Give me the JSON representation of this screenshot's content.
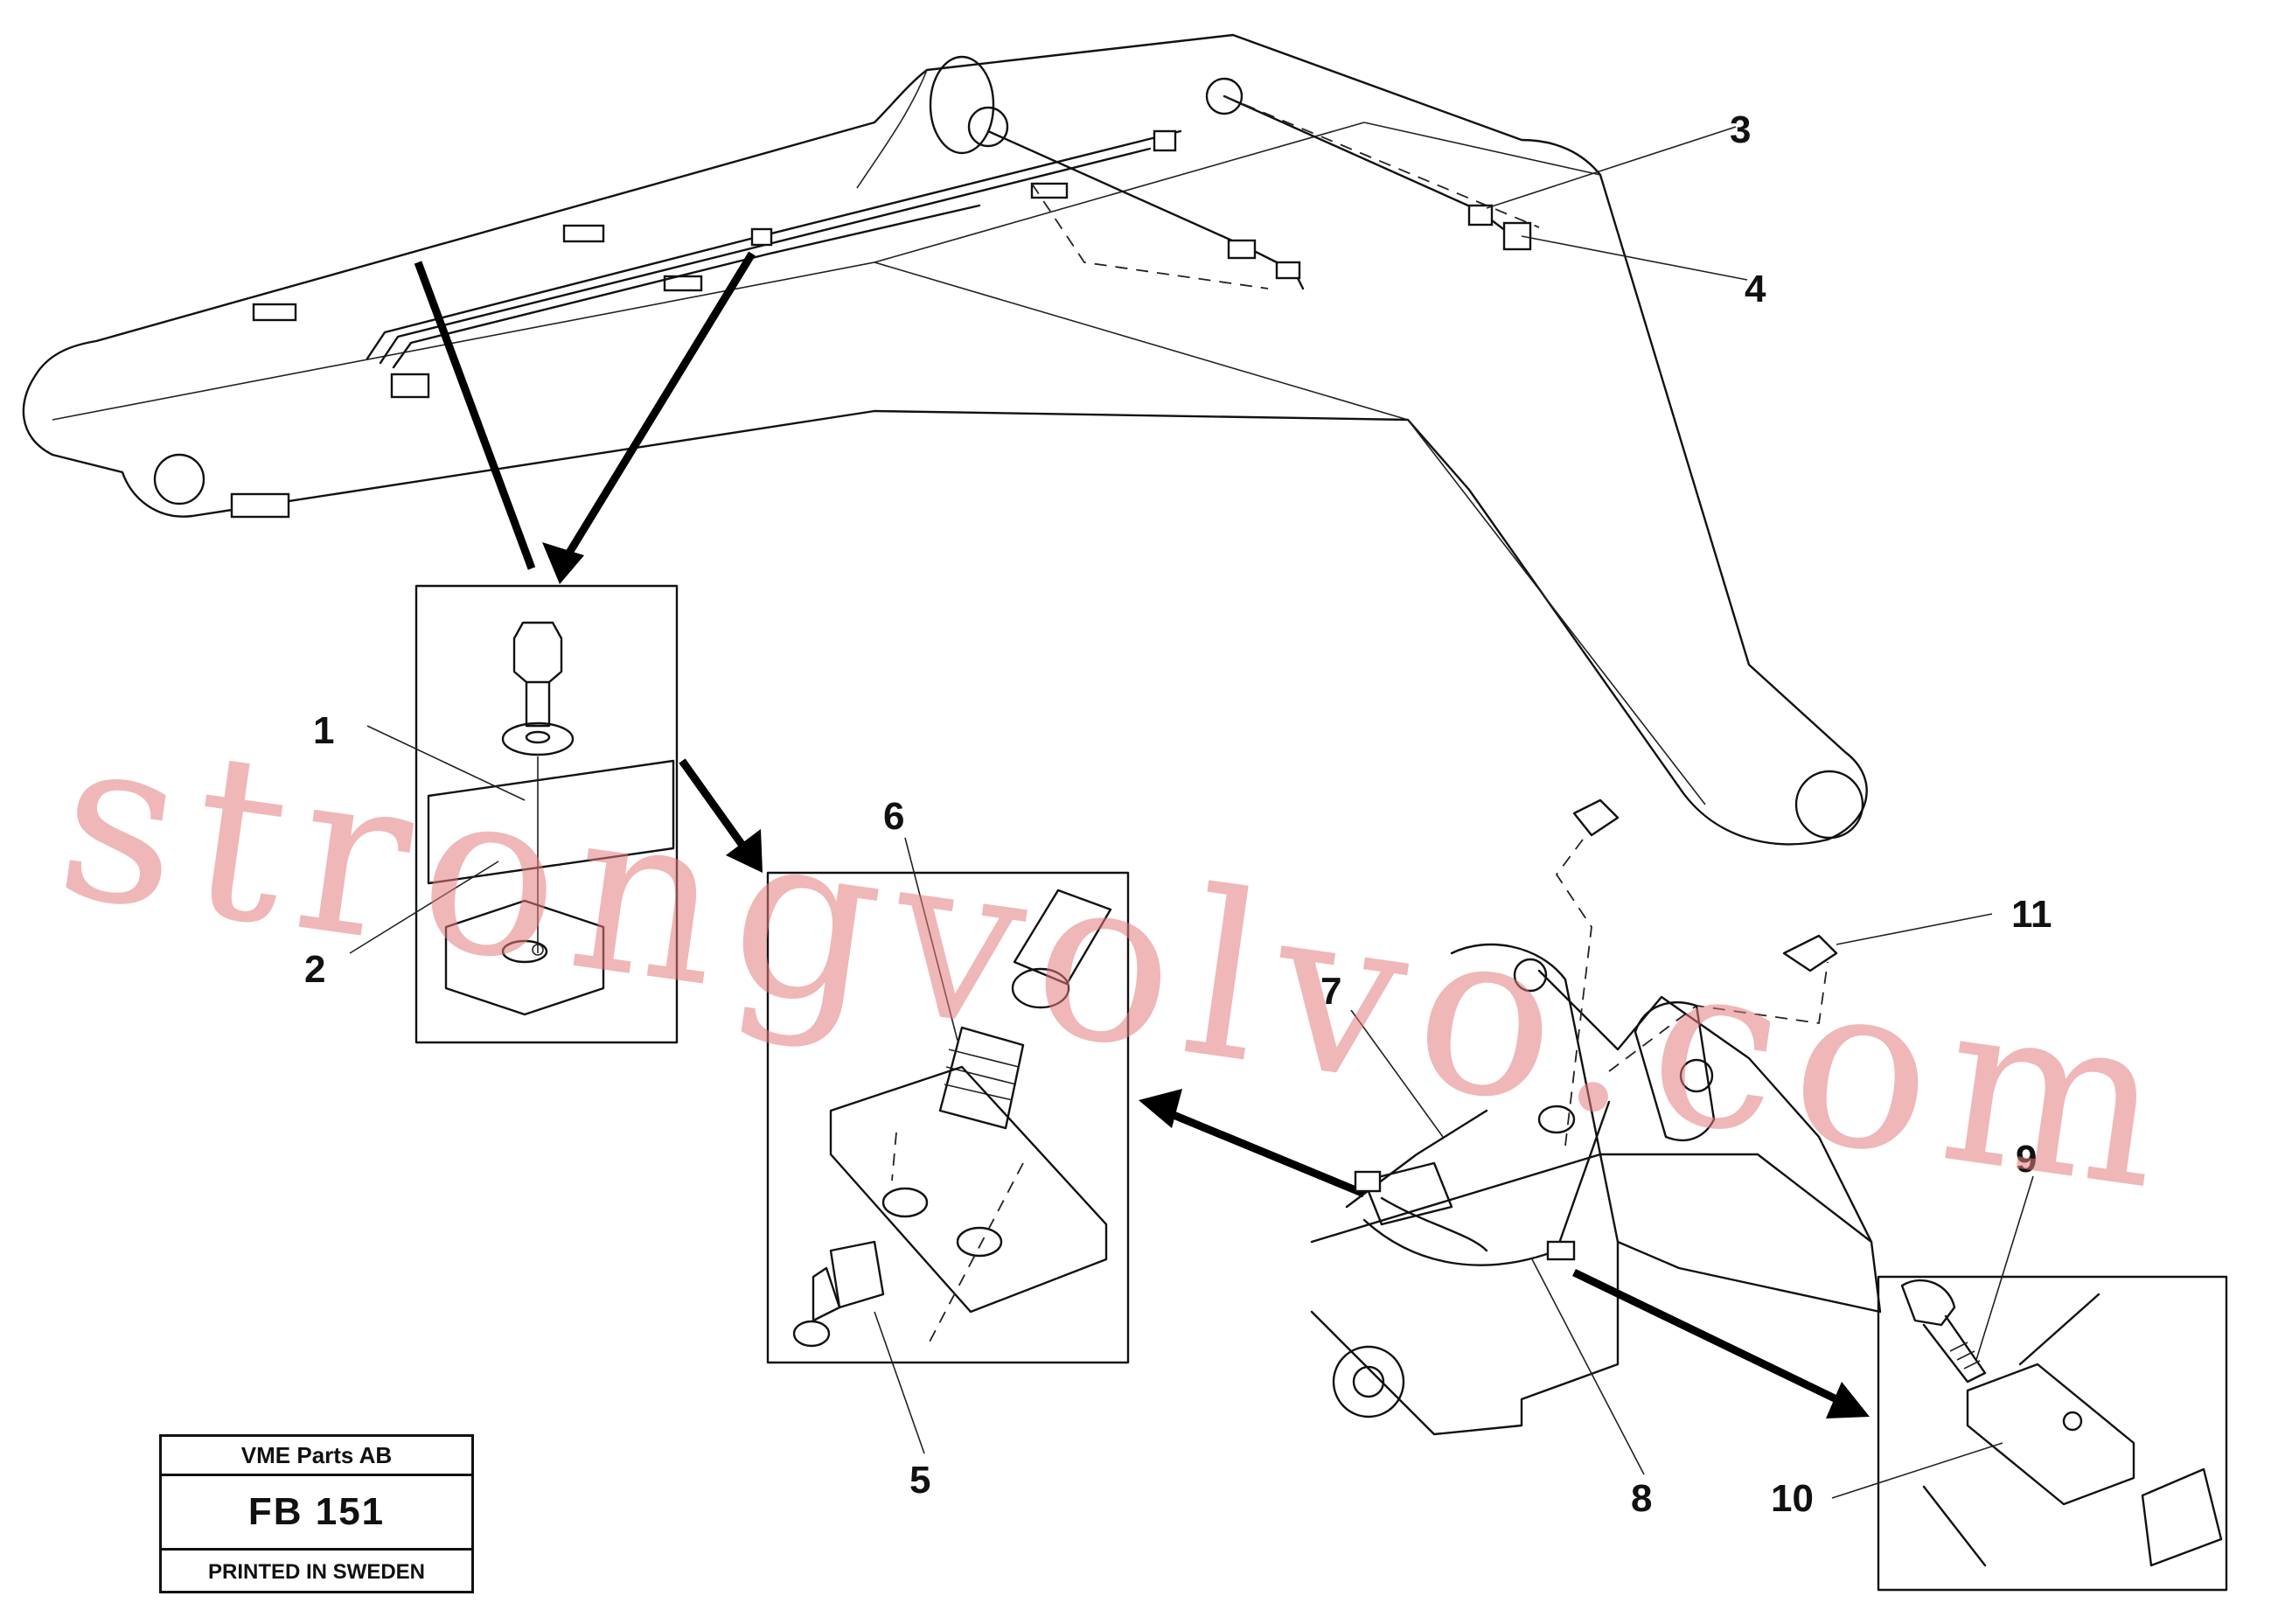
{
  "watermark": "strongvolvo.com",
  "callouts": [
    "1",
    "2",
    "3",
    "4",
    "5",
    "6",
    "7",
    "8",
    "9",
    "10",
    "11"
  ],
  "title_block": {
    "company": "VME Parts AB",
    "code": "FB 151",
    "printed": "PRINTED IN SWEDEN"
  },
  "colors": {
    "line": "#111111",
    "watermark": "#e27b7b",
    "background": "#ffffff"
  }
}
